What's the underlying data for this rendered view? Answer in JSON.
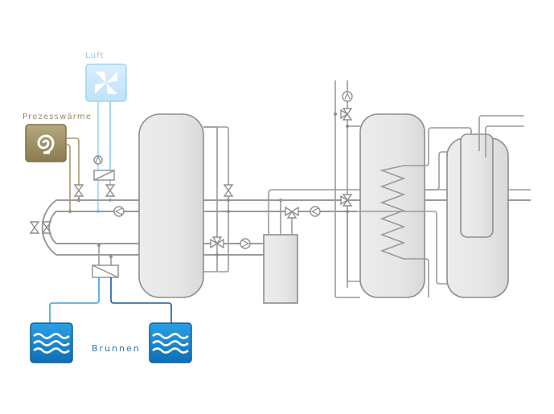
{
  "labels": {
    "air": "Luft",
    "process_heat": "Prozesswärme",
    "wells": "Brunnen"
  },
  "icons": {
    "air": "fan-icon",
    "process_heat": "spiral-icon",
    "well": "water-waves-icon"
  },
  "colors": {
    "background": "#ffffff",
    "pipe": "#9a9a9a",
    "air_accent": "#7fc4f0",
    "air_icon_fill": "#cfe9fb",
    "process_heat_accent": "#9a8a60",
    "process_heat_line": "#a89870",
    "well_accent": "#1a7fc4",
    "well_line_light": "#3aa0e0",
    "well_line_dark": "#1a5a9a",
    "tank_fill": "#e4e4e4"
  }
}
